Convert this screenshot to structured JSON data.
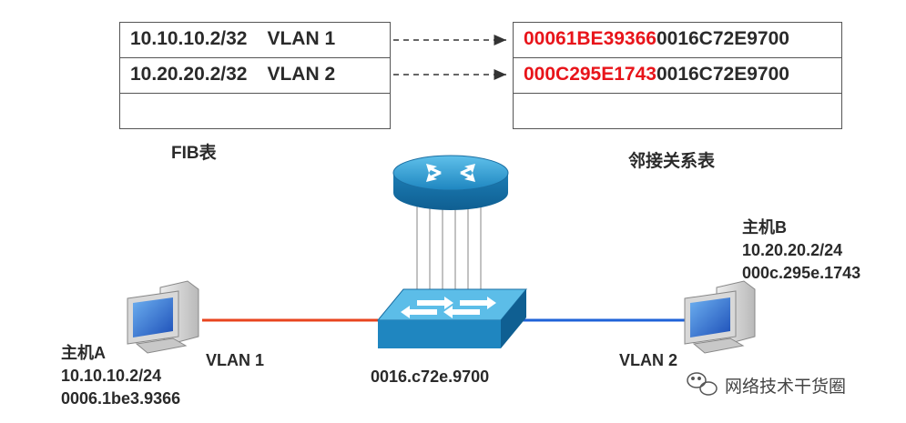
{
  "fib_table": {
    "caption": "FIB表",
    "rows": [
      {
        "ip": "10.10.10.2/32",
        "vlan": "VLAN 1"
      },
      {
        "ip": "10.20.20.2/32",
        "vlan": "VLAN 2"
      },
      {
        "ip": "",
        "vlan": ""
      }
    ]
  },
  "adjacency_table": {
    "caption": "邻接关系表",
    "rows": [
      {
        "dst_mac": "00061BE39366",
        "src_mac": "0016C72E9700"
      },
      {
        "dst_mac": "000C295E1743",
        "src_mac": "0016C72E9700"
      },
      {
        "dst_mac": "",
        "src_mac": ""
      }
    ]
  },
  "switch": {
    "mac": "0016.c72e.9700"
  },
  "host_a": {
    "name": "主机A",
    "ip": "10.10.10.2/24",
    "mac": "0006.1be3.9366",
    "vlan": "VLAN 1"
  },
  "host_b": {
    "name": "主机B",
    "ip": "10.20.20.2/24",
    "mac": "000c.295e.1743",
    "vlan": "VLAN 2"
  },
  "watermark": {
    "text": "网络技术干货圈",
    "icon": "wechat-icon"
  },
  "colors": {
    "vlan1_link": "#e8441e",
    "vlan2_link": "#1e62d8",
    "highlight_mac": "#e8141a",
    "device_blue": "#2a8fc4"
  }
}
